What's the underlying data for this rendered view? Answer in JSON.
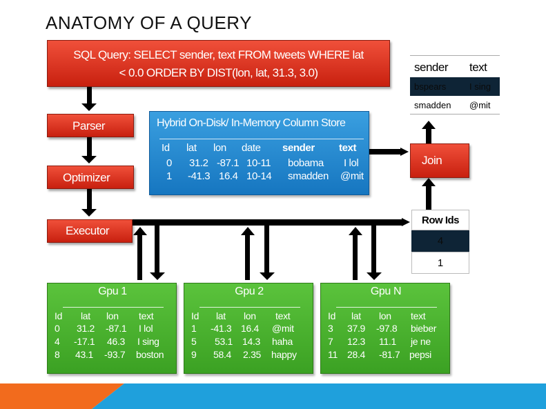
{
  "title": "ANATOMY OF A QUERY",
  "sql_query": {
    "line1": "SQL Query: SELECT sender, text FROM tweets WHERE lat",
    "line2": "< 0.0 ORDER BY DIST(lon, lat, 31.3, 3.0)"
  },
  "pipeline": {
    "parser": "Parser",
    "optimizer": "Optimizer",
    "executor": "Executor",
    "join": "Join"
  },
  "column_store": {
    "title": "Hybrid On-Disk/ In-Memory Column Store",
    "columns": [
      "Id",
      "lat",
      "lon",
      "date",
      "sender",
      "text"
    ],
    "rows": [
      [
        "0",
        "31.2",
        "-87.1",
        "10-11",
        "bobama",
        "I lol"
      ],
      [
        "1",
        "-41.3",
        "16.4",
        "10-14",
        "smadden",
        "@mit"
      ]
    ]
  },
  "result_table": {
    "columns": [
      "sender",
      "text"
    ],
    "rows": [
      [
        "bspears",
        "I sing"
      ],
      [
        "smadden",
        "@mit"
      ]
    ]
  },
  "row_ids": {
    "header": "Row Ids",
    "values": [
      "4",
      "1"
    ]
  },
  "gpus": [
    {
      "title": "Gpu 1",
      "columns": [
        "Id",
        "lat",
        "lon",
        "text"
      ],
      "rows": [
        [
          "0",
          "31.2",
          "-87.1",
          "I lol"
        ],
        [
          "4",
          "-17.1",
          "46.3",
          "I sing"
        ],
        [
          "8",
          "43.1",
          "-93.7",
          "boston"
        ]
      ]
    },
    {
      "title": "Gpu 2",
      "columns": [
        "Id",
        "lat",
        "lon",
        "text"
      ],
      "rows": [
        [
          "1",
          "-41.3",
          "16.4",
          "@mit"
        ],
        [
          "5",
          "53.1",
          "14.3",
          "haha"
        ],
        [
          "9",
          "58.4",
          "2.35",
          "happy"
        ]
      ]
    },
    {
      "title": "Gpu N",
      "columns": [
        "Id",
        "lat",
        "lon",
        "text"
      ],
      "rows": [
        [
          "3",
          "37.9",
          "-97.8",
          "bieber"
        ],
        [
          "7",
          "12.3",
          "11.1",
          "je ne"
        ],
        [
          "11",
          "28.4",
          "-81.7",
          "pepsi"
        ]
      ]
    }
  ],
  "colors": {
    "red_box": "#d93520",
    "blue_box": "#2a8ad2",
    "green_box": "#4cb22f",
    "footer_orange": "#f26b1d",
    "footer_blue": "#1fa0dc"
  }
}
